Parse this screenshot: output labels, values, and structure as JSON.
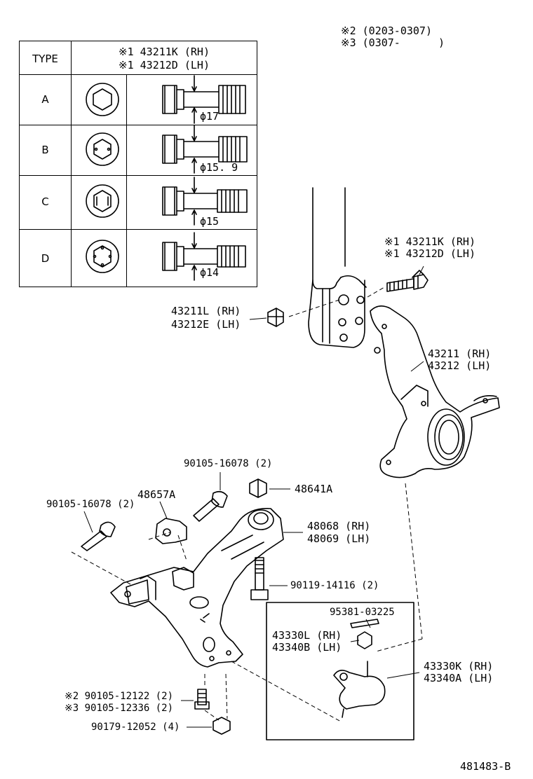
{
  "notes": {
    "line1": "※2 (0203-0307)",
    "line2": "※3 (0307-      )"
  },
  "type_table": {
    "header_type": "TYPE",
    "header_pn1": "※1 43211K (RH)",
    "header_pn2": "※1 43212D (LH)",
    "rows": [
      {
        "type": "A",
        "diameter": "ϕ17"
      },
      {
        "type": "B",
        "diameter": "ϕ15. 9"
      },
      {
        "type": "C",
        "diameter": "ϕ15"
      },
      {
        "type": "D",
        "diameter": "ϕ14"
      }
    ]
  },
  "labels": {
    "bolt_rh": "※1 43211K (RH)",
    "bolt_lh": "※1 43212D (LH)",
    "nut_rh": "43211L (RH)",
    "nut_lh": "43212E (LH)",
    "knuckle_rh": "43211 (RH)",
    "knuckle_lh": "43212 (LH)",
    "bolt_90105_top": "90105-16078 (2)",
    "bracket": "48657A",
    "nut_48641": "48641A",
    "bolt_90105_left": "90105-16078 (2)",
    "arm_rh": "48068 (RH)",
    "arm_lh": "48069 (LH)",
    "bolt_90119": "90119-14116 (2)",
    "pin": "95381-03225",
    "bj_nut_rh": "43330L (RH)",
    "bj_nut_lh": "43340B (LH)",
    "bj_rh": "43330K (RH)",
    "bj_lh": "43340A (LH)",
    "bolt_12122": "※2 90105-12122 (2)",
    "bolt_12336": "※3 90105-12336 (2)",
    "nut_12052": "90179-12052 (4)",
    "figure_id": "481483-B"
  }
}
